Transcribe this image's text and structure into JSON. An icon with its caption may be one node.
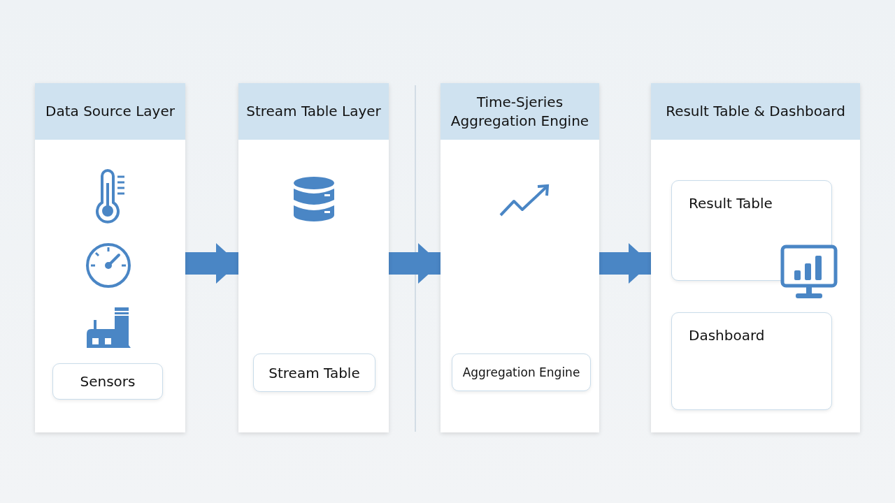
{
  "diagram": {
    "nodes": [
      {
        "text": [
          "Data Source Layer"
        ]
      },
      {
        "text": [
          "Stream Table Layer"
        ]
      },
      {
        "text": [
          "Time-Sjeries Aggregation Engine"
        ]
      },
      {
        "text": [
          "Result Table & Dashboard"
        ]
      },
      {
        "text": [
          "Sensors"
        ],
        "in": 0
      },
      {
        "text": [
          "Stream Table"
        ],
        "in": 1
      },
      {
        "text": [
          "Aggregation Engine"
        ],
        "in": 2
      },
      {
        "text": [
          "Result Table"
        ],
        "in": 3
      },
      {
        "text": [
          "Dashboard"
        ],
        "in": 3
      }
    ],
    "edges": [
      {
        "from": 0,
        "to": 1,
        "arrow": "to"
      },
      {
        "from": 1,
        "to": 2,
        "arrow": "to"
      },
      {
        "from": 2,
        "to": 3,
        "arrow": "to"
      }
    ]
  }
}
